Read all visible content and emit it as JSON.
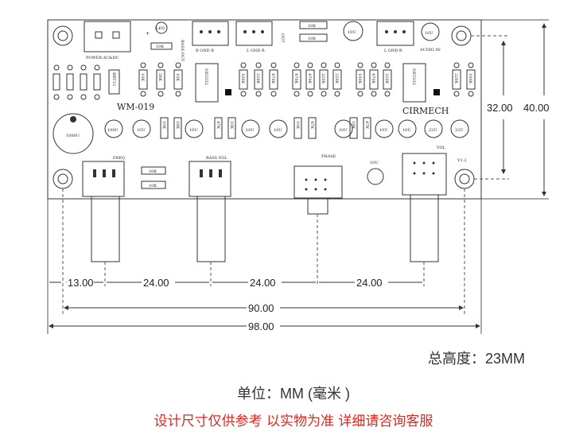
{
  "board": {
    "model": "WM-019",
    "brand": "CIRMECH",
    "version": "V1.2",
    "input_labels": {
      "power": "POWER AC&DC",
      "led": "LED",
      "bass_out": "BASS OUT",
      "out": "OUT",
      "audio_in": "AUDIO IN"
    },
    "pin_labels": {
      "bass_out_pins": "B GND B",
      "out_pins": "L GND R",
      "audio_in_pins": "L GND R"
    },
    "pot_labels": {
      "freq": "FREQ",
      "bass_vol": "BASS VOL",
      "phase": "PHASE",
      "vol": "VOL"
    },
    "ic_labels": [
      "NE5532",
      "NE5532"
    ],
    "big_cap": "1000U",
    "regulator": "BRT12",
    "resistor_labels": [
      "10K",
      "10K",
      "10K",
      "10K",
      "10K",
      "10K",
      "10K",
      "10K"
    ],
    "top_res": [
      "100K",
      "220K",
      "470K",
      "470K",
      "470K",
      "220K",
      "220K",
      "100K",
      "470K",
      "220K",
      "220K",
      "100K"
    ],
    "top_left_res": [
      "10K",
      "56K",
      "10K"
    ],
    "caps": [
      "100U",
      "10U",
      "10U",
      "10U",
      "10U",
      "10U",
      "10U",
      "10U",
      "10U",
      "22U",
      "10U",
      "22U",
      "100U",
      "10U",
      "10U",
      "22U"
    ],
    "small_res": [
      "10K",
      "18K",
      "47K",
      "10K",
      "10K",
      "47K",
      "18K",
      "47K"
    ]
  },
  "dimensions": {
    "horizontal": [
      "13.00",
      "24.00",
      "24.00",
      "24.00"
    ],
    "hole_span": "90.00",
    "board_width": "98.00",
    "vertical_hole_span": "32.00",
    "board_height": "40.00"
  },
  "notes": {
    "total_height": "总高度：23MM",
    "unit": "单位：MM (毫米 )",
    "disclaimer": "设计尺寸仅供参考 以实物为准 详细请咨询客服"
  }
}
